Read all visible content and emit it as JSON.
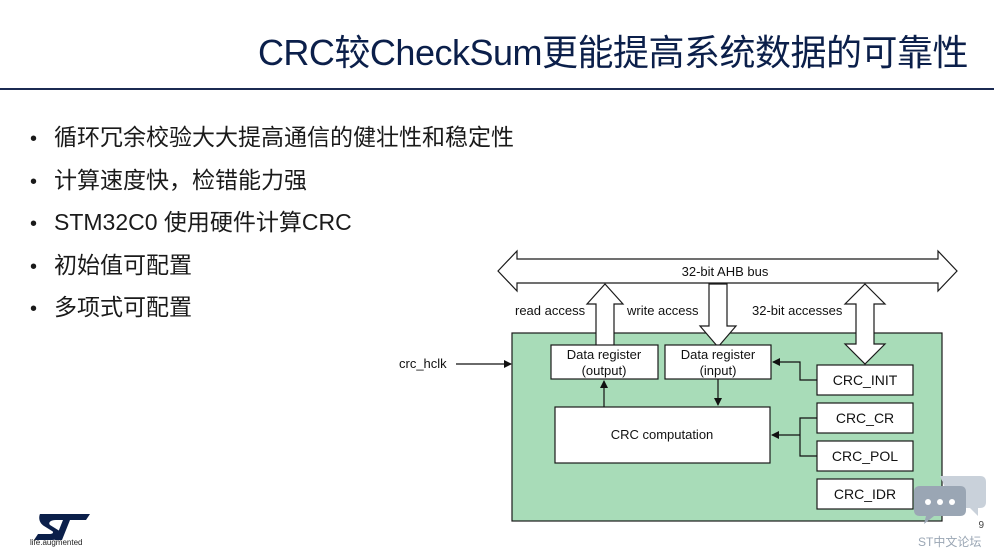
{
  "slide": {
    "title": "CRC较CheckSum更能提高系统数据的可靠性",
    "bullet_marker": "•",
    "bullets": [
      "循环冗余校验大大提高通信的健壮性和稳定性",
      "计算速度快，检错能力强",
      "STM32C0 使用硬件计算CRC",
      "初始值可配置",
      "多项式可配置"
    ],
    "page_number": "9"
  },
  "diagram": {
    "bus_label": "32-bit AHB bus",
    "read_access": "read access",
    "write_access": "write access",
    "bit_accesses": "32-bit accesses",
    "clock_label": "crc_hclk",
    "data_register_output": [
      "Data register",
      "(output)"
    ],
    "data_register_input": [
      "Data register",
      "(input)"
    ],
    "crc_computation": "CRC computation",
    "registers": [
      "CRC_INIT",
      "CRC_CR",
      "CRC_POL",
      "CRC_IDR"
    ],
    "colors": {
      "block_fill": "#a8dcb8",
      "block_stroke": "#1a1a1a",
      "title_color": "#0b1f4a"
    }
  },
  "footer": {
    "logo": "st-logo",
    "tagline": "life.augmented",
    "watermark": "ST中文论坛"
  }
}
